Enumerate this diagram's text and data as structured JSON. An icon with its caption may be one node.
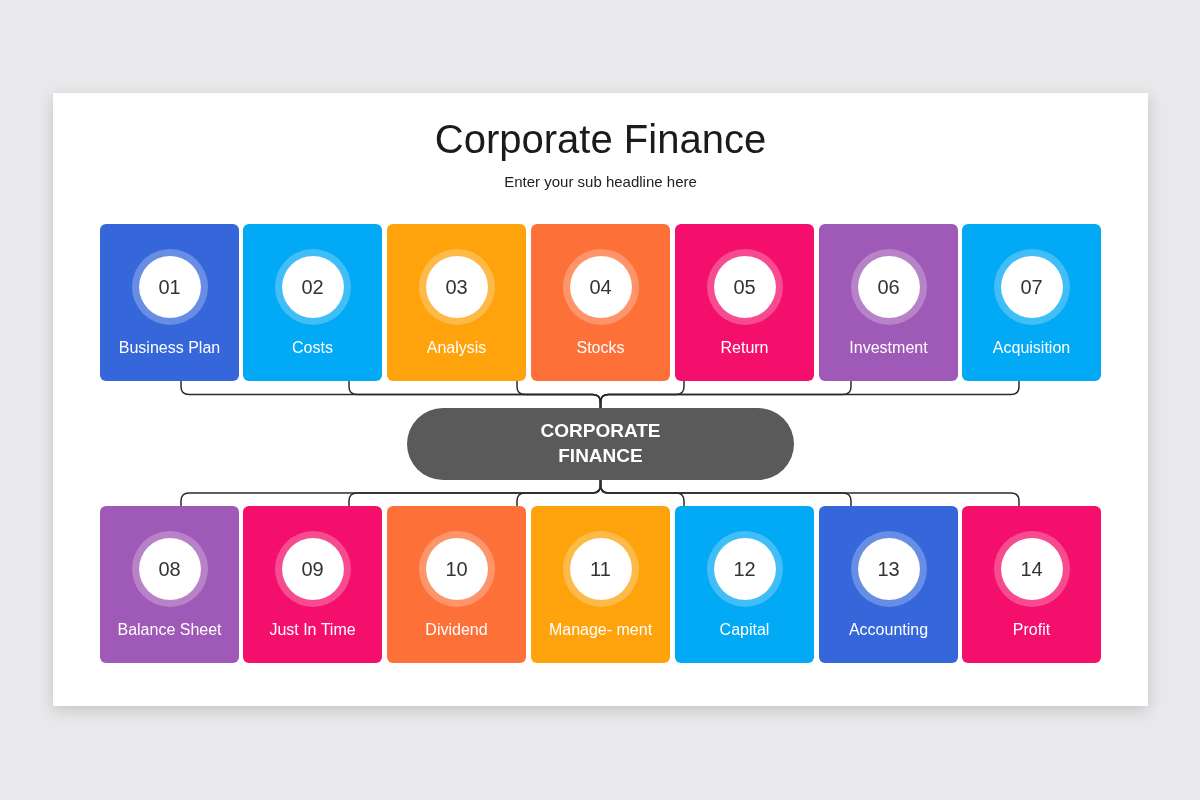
{
  "diagram": {
    "title": "Corporate Finance",
    "nodes": [
      {
        "text": [
          "01",
          "Business Plan"
        ]
      },
      {
        "text": [
          "02",
          "Costs"
        ]
      },
      {
        "text": [
          "03",
          "Analysis"
        ]
      },
      {
        "text": [
          "04",
          "Stocks"
        ]
      },
      {
        "text": [
          "05",
          "Return"
        ]
      },
      {
        "text": [
          "06",
          "Investment"
        ]
      },
      {
        "text": [
          "07",
          "Acquisition"
        ]
      },
      {
        "text": [
          "CORPORATE FINANCE"
        ]
      },
      {
        "text": [
          "08",
          "Balance Sheet"
        ]
      },
      {
        "text": [
          "09",
          "Just In Time"
        ]
      },
      {
        "text": [
          "10",
          "Dividend"
        ]
      },
      {
        "text": [
          "11",
          "Manage- ment"
        ]
      },
      {
        "text": [
          "12",
          "Capital"
        ]
      },
      {
        "text": [
          "13",
          "Accounting"
        ]
      },
      {
        "text": [
          "14",
          "Profit"
        ]
      }
    ],
    "edges": [
      {
        "from": 0,
        "to": 7,
        "arrow": "none"
      },
      {
        "from": 1,
        "to": 7,
        "arrow": "none"
      },
      {
        "from": 2,
        "to": 7,
        "arrow": "none"
      },
      {
        "from": 4,
        "to": 7,
        "arrow": "none"
      },
      {
        "from": 5,
        "to": 7,
        "arrow": "none"
      },
      {
        "from": 6,
        "to": 7,
        "arrow": "none"
      },
      {
        "from": 7,
        "to": 8,
        "arrow": "none"
      },
      {
        "from": 7,
        "to": 9,
        "arrow": "none"
      },
      {
        "from": 7,
        "to": 10,
        "arrow": "none"
      },
      {
        "from": 7,
        "to": 12,
        "arrow": "none"
      },
      {
        "from": 7,
        "to": 13,
        "arrow": "none"
      },
      {
        "from": 7,
        "to": 14,
        "arrow": "none"
      }
    ],
    "labels": [
      "Enter your sub headline here"
    ]
  }
}
